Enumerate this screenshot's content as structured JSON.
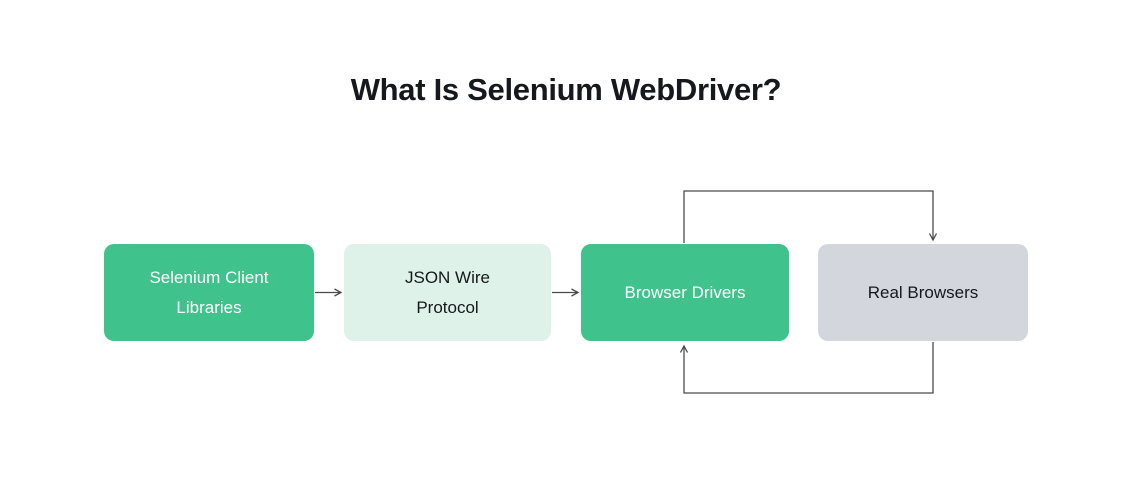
{
  "title": "What Is Selenium WebDriver?",
  "nodes": [
    {
      "label": "Selenium Client Libraries",
      "variant": "green"
    },
    {
      "label": "JSON Wire Protocol",
      "variant": "mint"
    },
    {
      "label": "Browser Drivers",
      "variant": "green"
    },
    {
      "label": "Real Browsers",
      "variant": "gray"
    }
  ],
  "arrows": [
    {
      "name": "client-libraries-to-json-wire",
      "from": "Selenium Client Libraries",
      "to": "JSON Wire Protocol",
      "route": "straight"
    },
    {
      "name": "json-wire-to-browser-drivers",
      "from": "JSON Wire Protocol",
      "to": "Browser Drivers",
      "route": "straight"
    },
    {
      "name": "browser-drivers-to-real-browsers",
      "from": "Browser Drivers",
      "to": "Real Browsers",
      "route": "top-loop"
    },
    {
      "name": "real-browsers-to-browser-drivers",
      "from": "Real Browsers",
      "to": "Browser Drivers",
      "route": "bottom-loop"
    }
  ],
  "colors": {
    "green": "#3fc28c",
    "mint": "#def2ea",
    "gray": "#d3d7dd",
    "ink": "#15181c",
    "line": "#4a4a4a",
    "bg": "#ffffff"
  }
}
